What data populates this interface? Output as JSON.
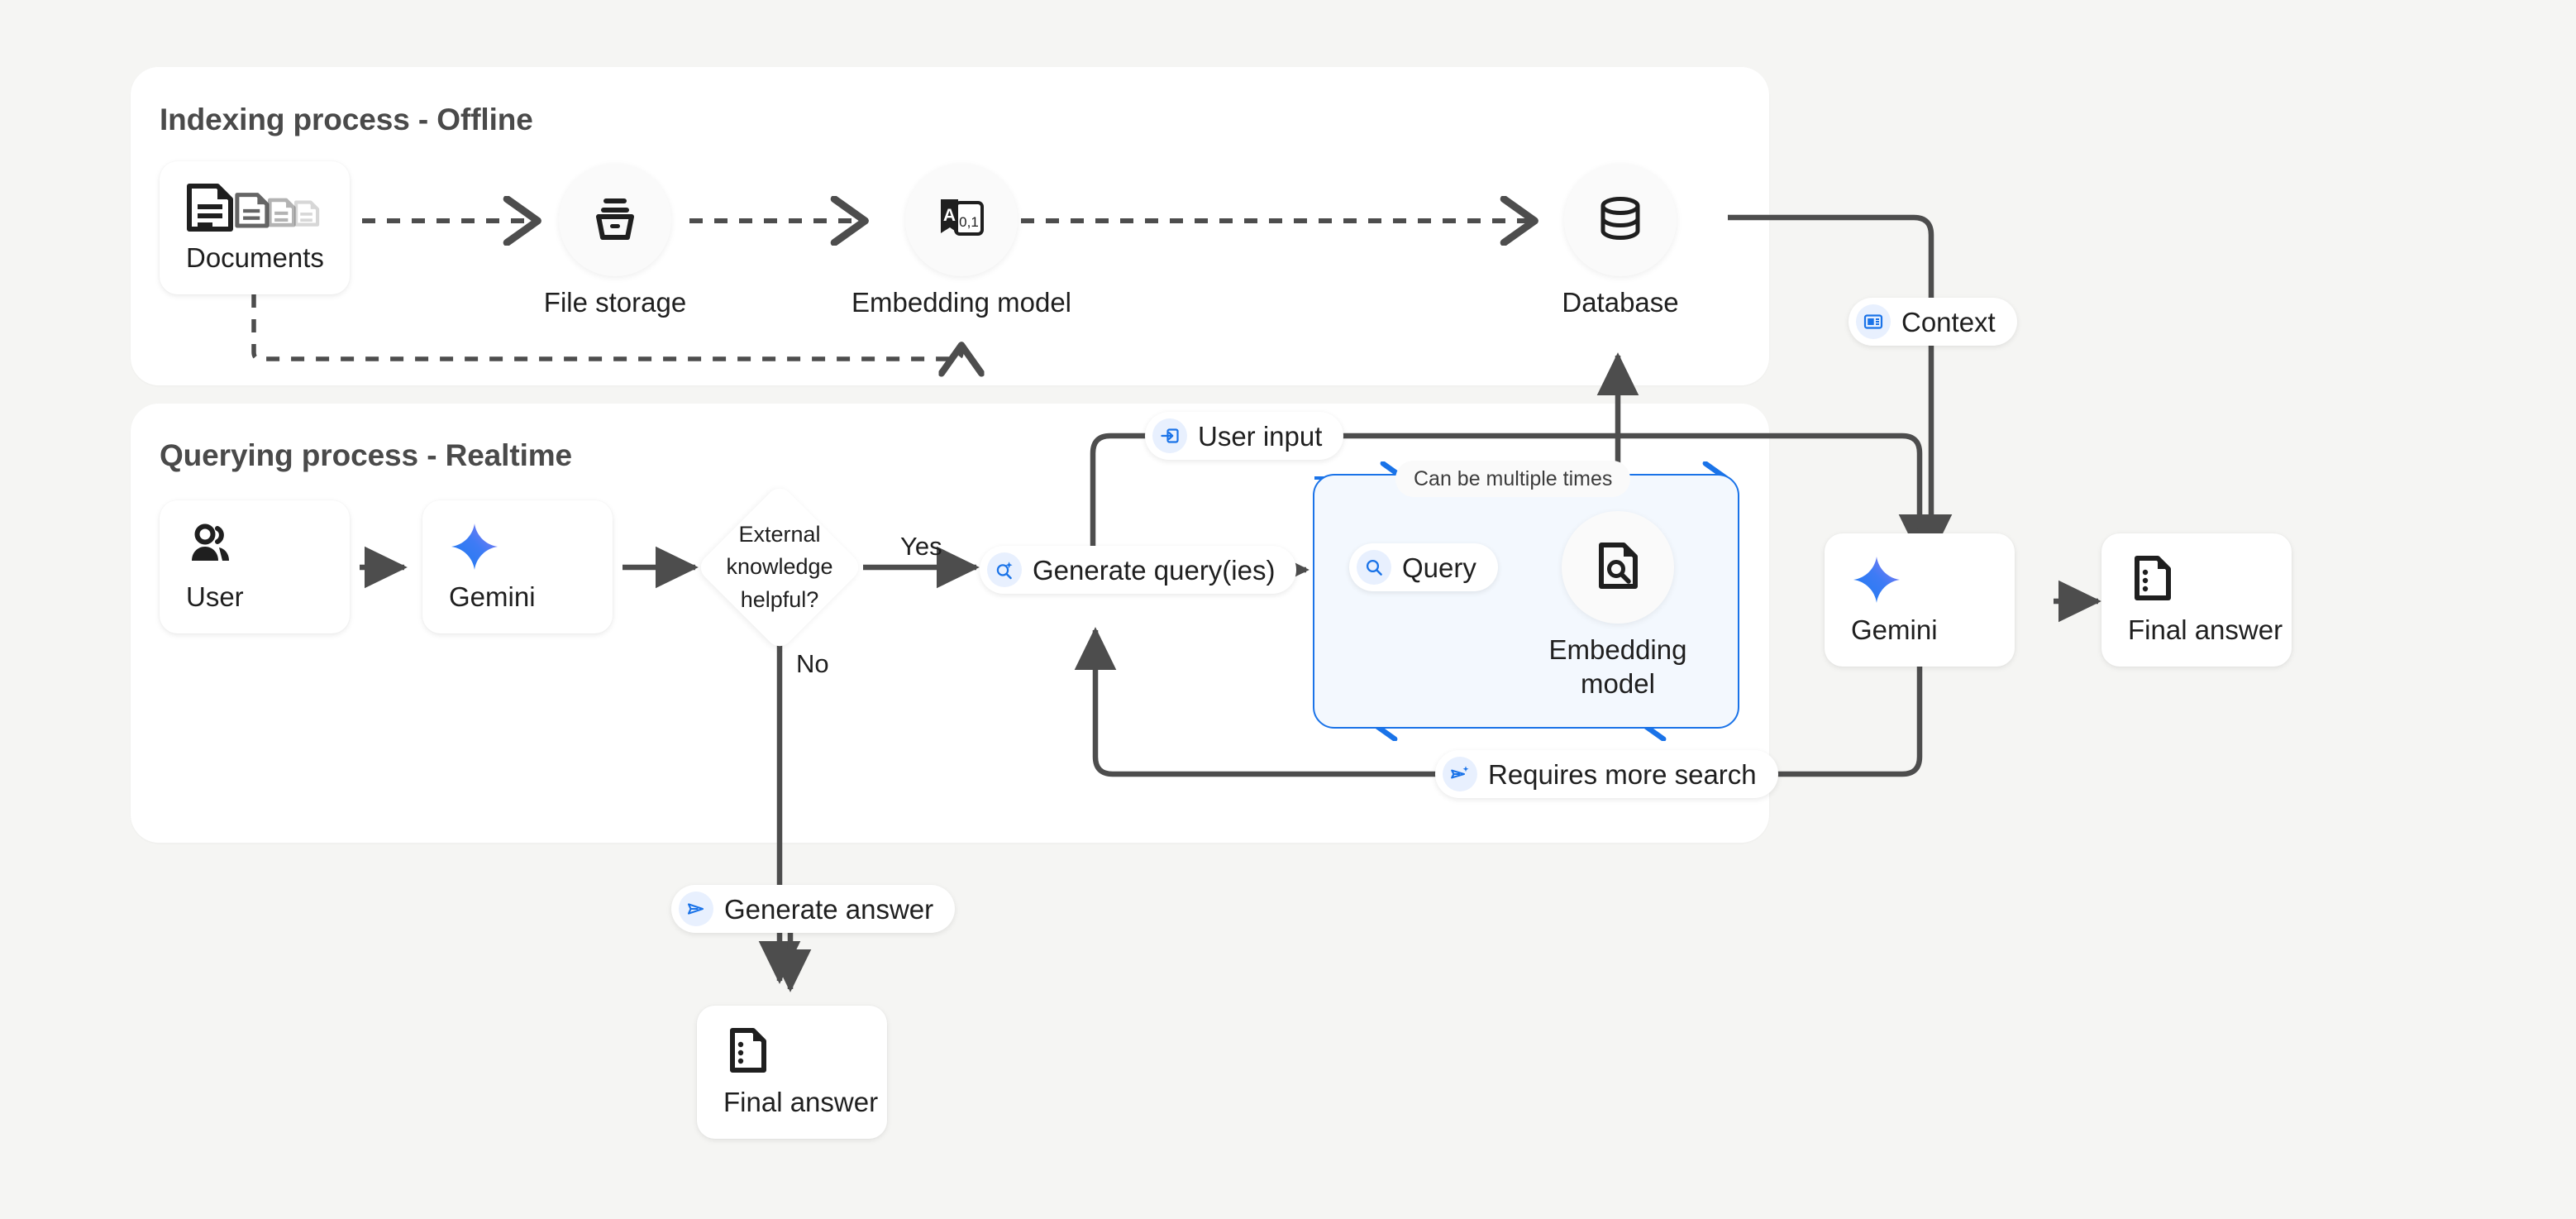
{
  "panels": {
    "indexing": {
      "title": "Indexing process - Offline"
    },
    "querying": {
      "title": "Querying process - Realtime"
    }
  },
  "indexing_nodes": {
    "documents": {
      "label": "Documents",
      "icon": "documents-icon"
    },
    "file_storage": {
      "label": "File storage",
      "icon": "file-storage-icon"
    },
    "embedding_model": {
      "label": "Embedding model",
      "icon": "text-to-vector-icon"
    },
    "database": {
      "label": "Database",
      "icon": "database-icon"
    }
  },
  "querying_nodes": {
    "user": {
      "label": "User",
      "icon": "user-group-icon"
    },
    "gemini_left": {
      "label": "Gemini",
      "icon": "gemini-sparkle-icon"
    },
    "decision": {
      "label": "External knowledge helpful?",
      "line1": "External",
      "line2": "knowledge",
      "line3": "helpful?"
    },
    "embedding_model_query": {
      "label": "Embedding model",
      "line1": "Embedding",
      "line2": "model",
      "icon": "document-search-icon"
    },
    "gemini_right": {
      "label": "Gemini",
      "icon": "gemini-sparkle-icon"
    },
    "final_answer_right": {
      "label": "Final answer",
      "icon": "answer-document-icon"
    },
    "final_answer_bottom": {
      "label": "Final answer",
      "icon": "answer-document-icon"
    }
  },
  "badges": {
    "context": {
      "label": "Context",
      "icon": "context-article-icon"
    },
    "user_input": {
      "label": "User input",
      "icon": "input-arrow-icon"
    },
    "generate_queries": {
      "label": "Generate query(ies)",
      "icon": "search-sparkle-icon"
    },
    "query": {
      "label": "Query",
      "icon": "search-icon"
    },
    "requires_more_search": {
      "label": "Requires more search",
      "icon": "send-sparkle-icon"
    },
    "generate_answer": {
      "label": "Generate answer",
      "icon": "send-icon"
    }
  },
  "edge_labels": {
    "yes": "Yes",
    "no": "No",
    "can_be_multiple_times": "Can be multiple times"
  },
  "colors": {
    "page_background": "#f5f5f3",
    "panel_background": "#ffffff",
    "accent_blue": "#1a73e8",
    "loop_fill": "#f3f8fe",
    "badge_icon_bg": "#e8f0fe",
    "connector": "#4d4d4d",
    "text_primary": "#1f1f1f",
    "title_text": "#4a4a4a"
  }
}
